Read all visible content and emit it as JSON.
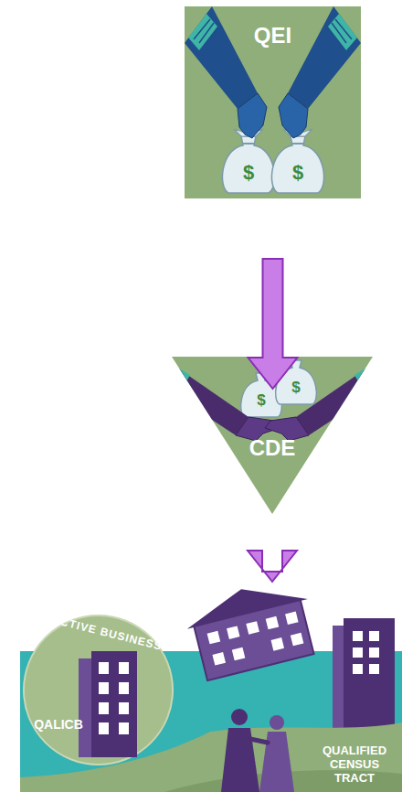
{
  "diagram": {
    "nodes": [
      {
        "text": [
          "QEI"
        ]
      },
      {
        "text": [
          "CDE"
        ]
      },
      {
        "text": [
          "QUALIFIED CENSUS TRACT"
        ]
      },
      {
        "text": [
          "ACTIVE BUSINESS",
          "QALICB"
        ],
        "in": 2
      }
    ],
    "edges": [
      {
        "from": 0,
        "to": 1,
        "arrow": "to"
      },
      {
        "from": 1,
        "to": 2,
        "arrow": "to"
      }
    ],
    "labels": [
      "$",
      "$",
      "$",
      "$"
    ]
  }
}
